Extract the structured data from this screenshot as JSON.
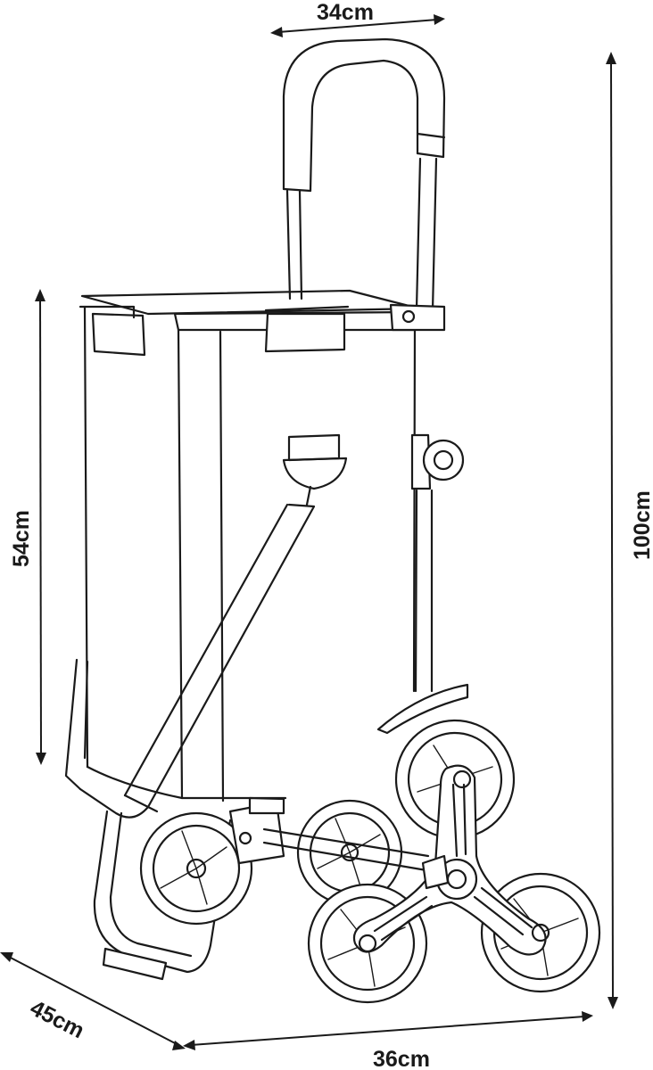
{
  "dimensions": {
    "top_width": "34cm",
    "total_height": "100cm",
    "bag_height": "54cm",
    "depth": "45cm",
    "base_width": "36cm"
  },
  "colors": {
    "ink": "#1a1a1a",
    "background": "#ffffff"
  }
}
